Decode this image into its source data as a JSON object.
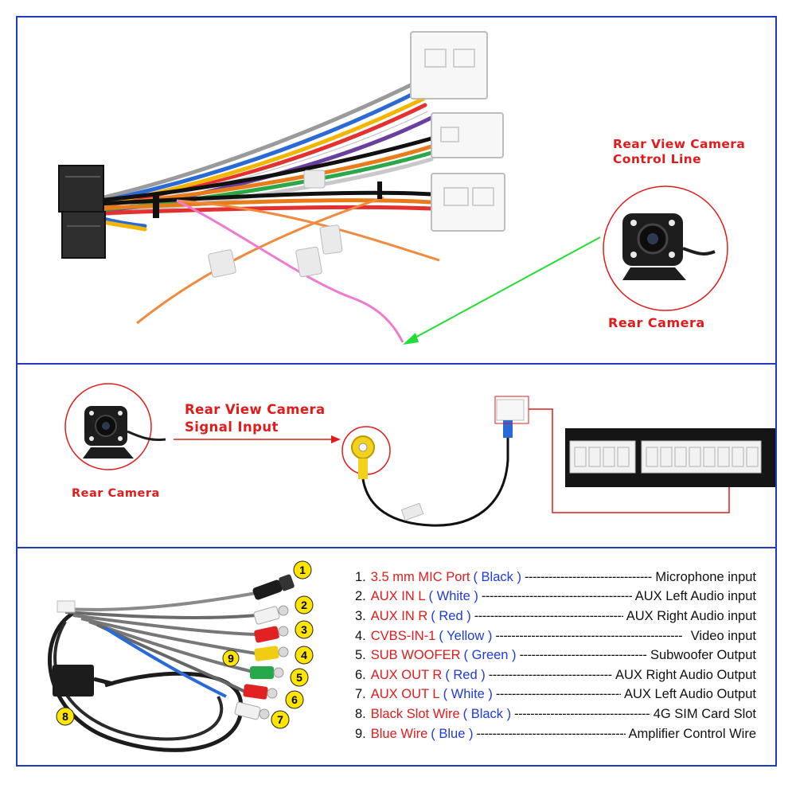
{
  "top_panel": {
    "control_line_label": "Rear View Camera\nControl Line",
    "camera_label": "Rear Camera"
  },
  "middle_panel": {
    "signal_input_label": "Rear View Camera\nSignal Input",
    "camera_label": "Rear Camera"
  },
  "bottom_panel": {
    "legend": [
      {
        "num": "1.",
        "name": "3.5 mm MIC Port",
        "color": "( Black )",
        "function": "Microphone input"
      },
      {
        "num": "2.",
        "name": "AUX IN L",
        "color": "( White )",
        "function": "AUX Left Audio input"
      },
      {
        "num": "3.",
        "name": "AUX IN R",
        "color": "( Red )",
        "function": "AUX Right Audio input"
      },
      {
        "num": "4.",
        "name": "CVBS-IN-1",
        "color": "( Yellow )",
        "function": "Video input"
      },
      {
        "num": "5.",
        "name": "SUB WOOFER",
        "color": "( Green )",
        "function": "Subwoofer Output"
      },
      {
        "num": "6.",
        "name": "AUX OUT R",
        "color": "( Red )",
        "function": "AUX Right Audio Output"
      },
      {
        "num": "7.",
        "name": "AUX OUT L",
        "color": "( White )",
        "function": "AUX Left Audio Output"
      },
      {
        "num": "8.",
        "name": "Black Slot Wire",
        "color": "( Black )",
        "function": "4G SIM Card Slot"
      },
      {
        "num": "9.",
        "name": "Blue Wire",
        "color": "( Blue )",
        "function": "Amplifier Control Wire"
      }
    ],
    "markers": [
      "1",
      "2",
      "3",
      "4",
      "5",
      "6",
      "7",
      "8",
      "9"
    ]
  },
  "colors": {
    "border": "#1f3bbf",
    "label_red": "#e01b1b",
    "label_blue": "#1f3bd9",
    "marker_yellow": "#ffe500",
    "arrow_green": "#22dd33"
  }
}
